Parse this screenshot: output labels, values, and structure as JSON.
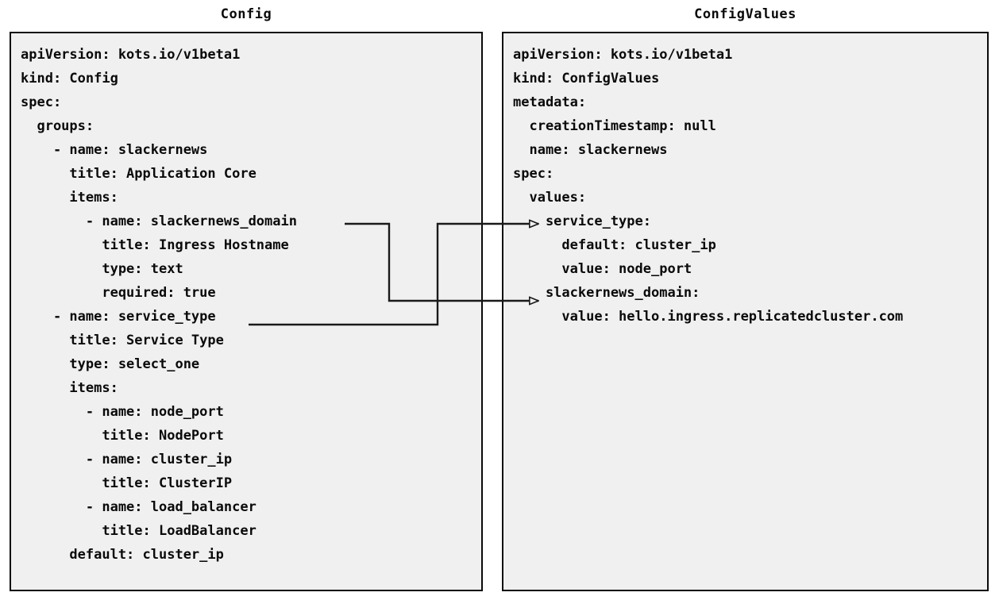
{
  "diagram": {
    "title_left": "Config",
    "title_right": "ConfigValues",
    "background_color": "#ffffff",
    "panel_fill_color": "#f0f0f0",
    "panel_border_color": "#0a0a0a",
    "text_color": "#0a0a0a",
    "connector_color": "#1a1a1a"
  },
  "config_panel": {
    "title": "Config",
    "lines": [
      "apiVersion: kots.io/v1beta1",
      "kind: Config",
      "spec:",
      "  groups:",
      "    - name: slackernews",
      "      title: Application Core",
      "      items:",
      "        - name: slackernews_domain",
      "          title: Ingress Hostname",
      "          type: text",
      "          required: true",
      "    - name: service_type",
      "      title: Service Type",
      "      type: select_one",
      "      items:",
      "        - name: node_port",
      "          title: NodePort",
      "        - name: cluster_ip",
      "          title: ClusterIP",
      "        - name: load_balancer",
      "          title: LoadBalancer",
      "      default: cluster_ip"
    ]
  },
  "values_panel": {
    "title": "ConfigValues",
    "lines": [
      "apiVersion: kots.io/v1beta1",
      "kind: ConfigValues",
      "metadata:",
      "  creationTimestamp: null",
      "  name: slackernews",
      "spec:",
      "  values:",
      "    service_type:",
      "      default: cluster_ip",
      "      value: node_port",
      "    slackernews_domain:",
      "      value: hello.ingress.replicatedcluster.com"
    ]
  },
  "connectors": [
    {
      "name": "slackernews-domain-connector",
      "from_label": "slackernews_domain",
      "to_label": "slackernews_domain:",
      "arrowhead": "open-triangle"
    },
    {
      "name": "service-type-connector",
      "from_label": "service_type",
      "to_label": "service_type:",
      "arrowhead": "open-triangle"
    }
  ]
}
